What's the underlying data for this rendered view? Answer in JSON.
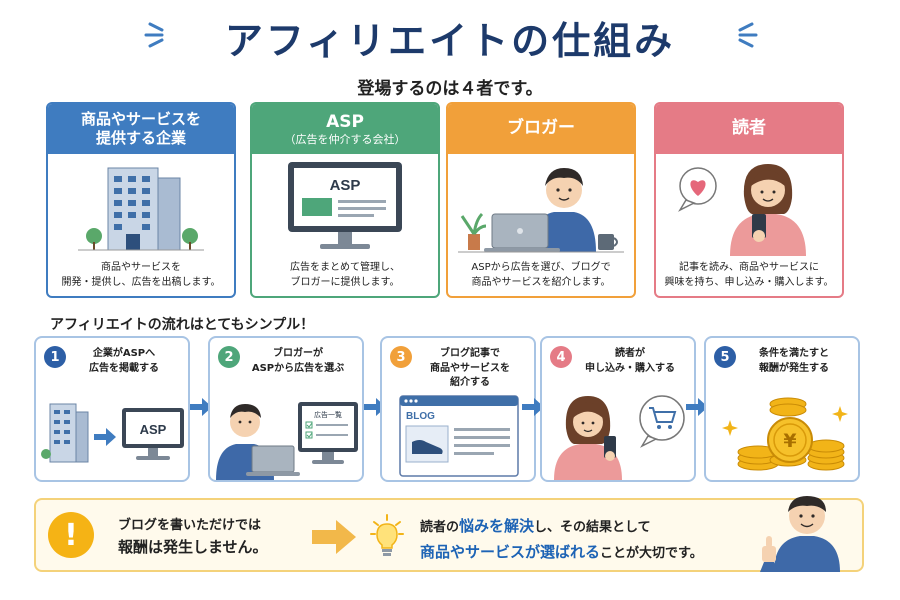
{
  "header": {
    "title": "アフィリエイトの仕組み",
    "subtitle": "登場するのは４者です。"
  },
  "players": [
    {
      "title": "商品やサービスを\n提供する企業",
      "subtitle": "",
      "desc": "商品やサービスを\n開発・提供し、広告を出稿します。",
      "color": "#3f7cc0"
    },
    {
      "title": "ASP",
      "subtitle": "（広告を仲介する会社）",
      "desc": "広告をまとめて管理し、\nブロガーに提供します。",
      "color": "#4ea67a",
      "screen_label": "ASP"
    },
    {
      "title": "ブロガー",
      "subtitle": "",
      "desc": "ASPから広告を選び、ブログで\n商品やサービスを紹介します。",
      "color": "#f1a03a"
    },
    {
      "title": "読者",
      "subtitle": "",
      "desc": "記事を読み、商品やサービスに\n興味を持ち、申し込み・購入します。",
      "color": "#e57b86"
    }
  ],
  "flow": {
    "title": "アフィリエイトの流れはとてもシンプル！",
    "steps": [
      {
        "num": "1",
        "text": "企業がASPへ\n広告を掲載する",
        "screen_label": "ASP"
      },
      {
        "num": "2",
        "text": "ブロガーが\nASPから広告を選ぶ",
        "list_label": "広告一覧"
      },
      {
        "num": "3",
        "text": "ブログ記事で\n商品やサービスを\n紹介する",
        "blog_label": "BLOG"
      },
      {
        "num": "4",
        "text": "読者が\n申し込み・購入する"
      },
      {
        "num": "5",
        "text": "条件を満たすと\n報酬が発生する",
        "coin_symbol": "¥"
      }
    ]
  },
  "bottom": {
    "warn_icon": "!",
    "warn_line1": "ブログを書いただけでは",
    "warn_line2": "報酬は発生しません。",
    "msg_1a": "読者の",
    "msg_1b": "悩みを解決",
    "msg_1c": "し、その結果として",
    "msg_2a": "商品やサービスが選ばれる",
    "msg_2b": "ことが大切です。"
  },
  "colors": {
    "navy": "#1d3a6b",
    "blue": "#3f7cc0",
    "green": "#4ea67a",
    "orange": "#f1a03a",
    "pink": "#e57b86",
    "highlight": "#1d63b5"
  }
}
